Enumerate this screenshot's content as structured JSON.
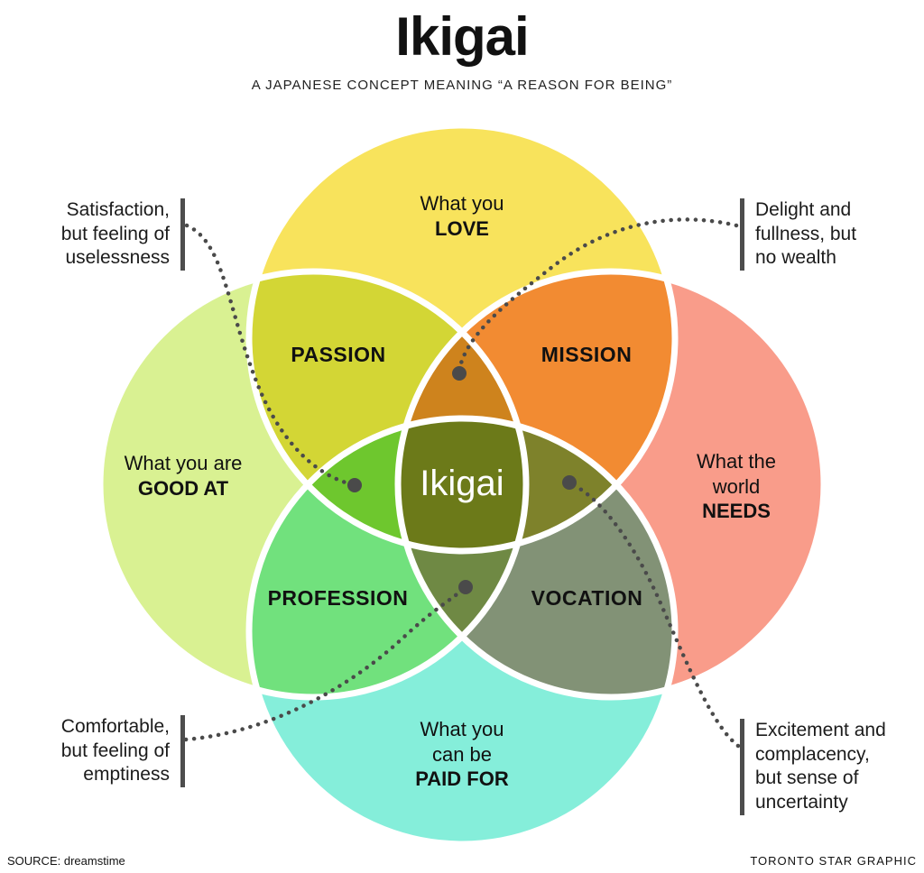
{
  "header": {
    "title": "Ikigai",
    "subtitle": "A JAPANESE CONCEPT MEANING “A REASON FOR BEING”"
  },
  "diagram": {
    "center_label": "Ikigai",
    "colors": {
      "love": "#F8E35C",
      "good_at": "#D9F192",
      "needs": "#F99C8A",
      "paid_for": "#85EEDA",
      "outline": "#FFFFFF",
      "leader": "#4A4A4A"
    },
    "circles": {
      "love": {
        "line1": "What you",
        "line2": "LOVE"
      },
      "good_at": {
        "line1": "What you are",
        "line2": "GOOD AT"
      },
      "needs": {
        "line1": "What the",
        "line2": "world",
        "line3": "NEEDS"
      },
      "paid_for": {
        "line1": "What you",
        "line2": "can be",
        "line3": "PAID FOR"
      }
    },
    "overlaps": {
      "passion": "PASSION",
      "mission": "MISSION",
      "profession": "PROFESSION",
      "vocation": "VOCATION"
    },
    "annotations": {
      "top_left": {
        "line1": "Satisfaction,",
        "line2": "but feeling of",
        "line3": "uselessness"
      },
      "top_right": {
        "line1": "Delight and",
        "line2": "fullness, but",
        "line3": "no wealth"
      },
      "bottom_left": {
        "line1": "Comfortable,",
        "line2": "but feeling of",
        "line3": "emptiness"
      },
      "bottom_right": {
        "line1": "Excitement and",
        "line2": "complacency,",
        "line3": "but sense of",
        "line4": "uncertainty"
      }
    }
  },
  "footer": {
    "source": "SOURCE: dreamstime",
    "credit": "TORONTO STAR GRAPHIC"
  }
}
